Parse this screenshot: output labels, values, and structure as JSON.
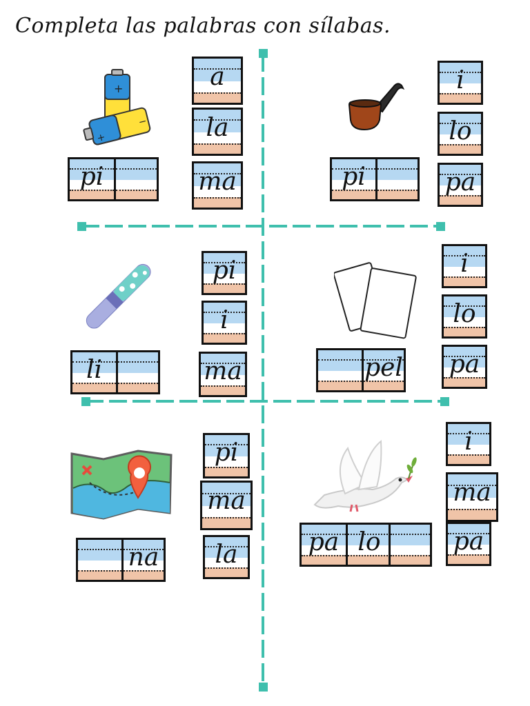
{
  "title": "Completa las palabras con sílabas.",
  "colors": {
    "sky": "#b6d8f2",
    "sand": "#f0c4a8",
    "divider": "#3fbfad"
  },
  "cells": [
    {
      "picture": "batteries-icon",
      "word_syllables": [
        "pi",
        ""
      ],
      "options": [
        "a",
        "la",
        "ma"
      ]
    },
    {
      "picture": "pipe-icon",
      "word_syllables": [
        "pi",
        ""
      ],
      "options": [
        "i",
        "lo",
        "pa"
      ]
    },
    {
      "picture": "nail-file-icon",
      "word_syllables": [
        "li",
        ""
      ],
      "options": [
        "pi",
        "i",
        "ma"
      ]
    },
    {
      "picture": "paper-sheets-icon",
      "word_syllables": [
        "",
        "pel"
      ],
      "options": [
        "i",
        "lo",
        "pa"
      ]
    },
    {
      "picture": "map-icon",
      "word_syllables": [
        "",
        "na"
      ],
      "options": [
        "pi",
        "ma",
        "la"
      ]
    },
    {
      "picture": "dove-icon",
      "word_syllables": [
        "pa",
        "lo",
        ""
      ],
      "options": [
        "i",
        "ma",
        "pa"
      ]
    }
  ]
}
